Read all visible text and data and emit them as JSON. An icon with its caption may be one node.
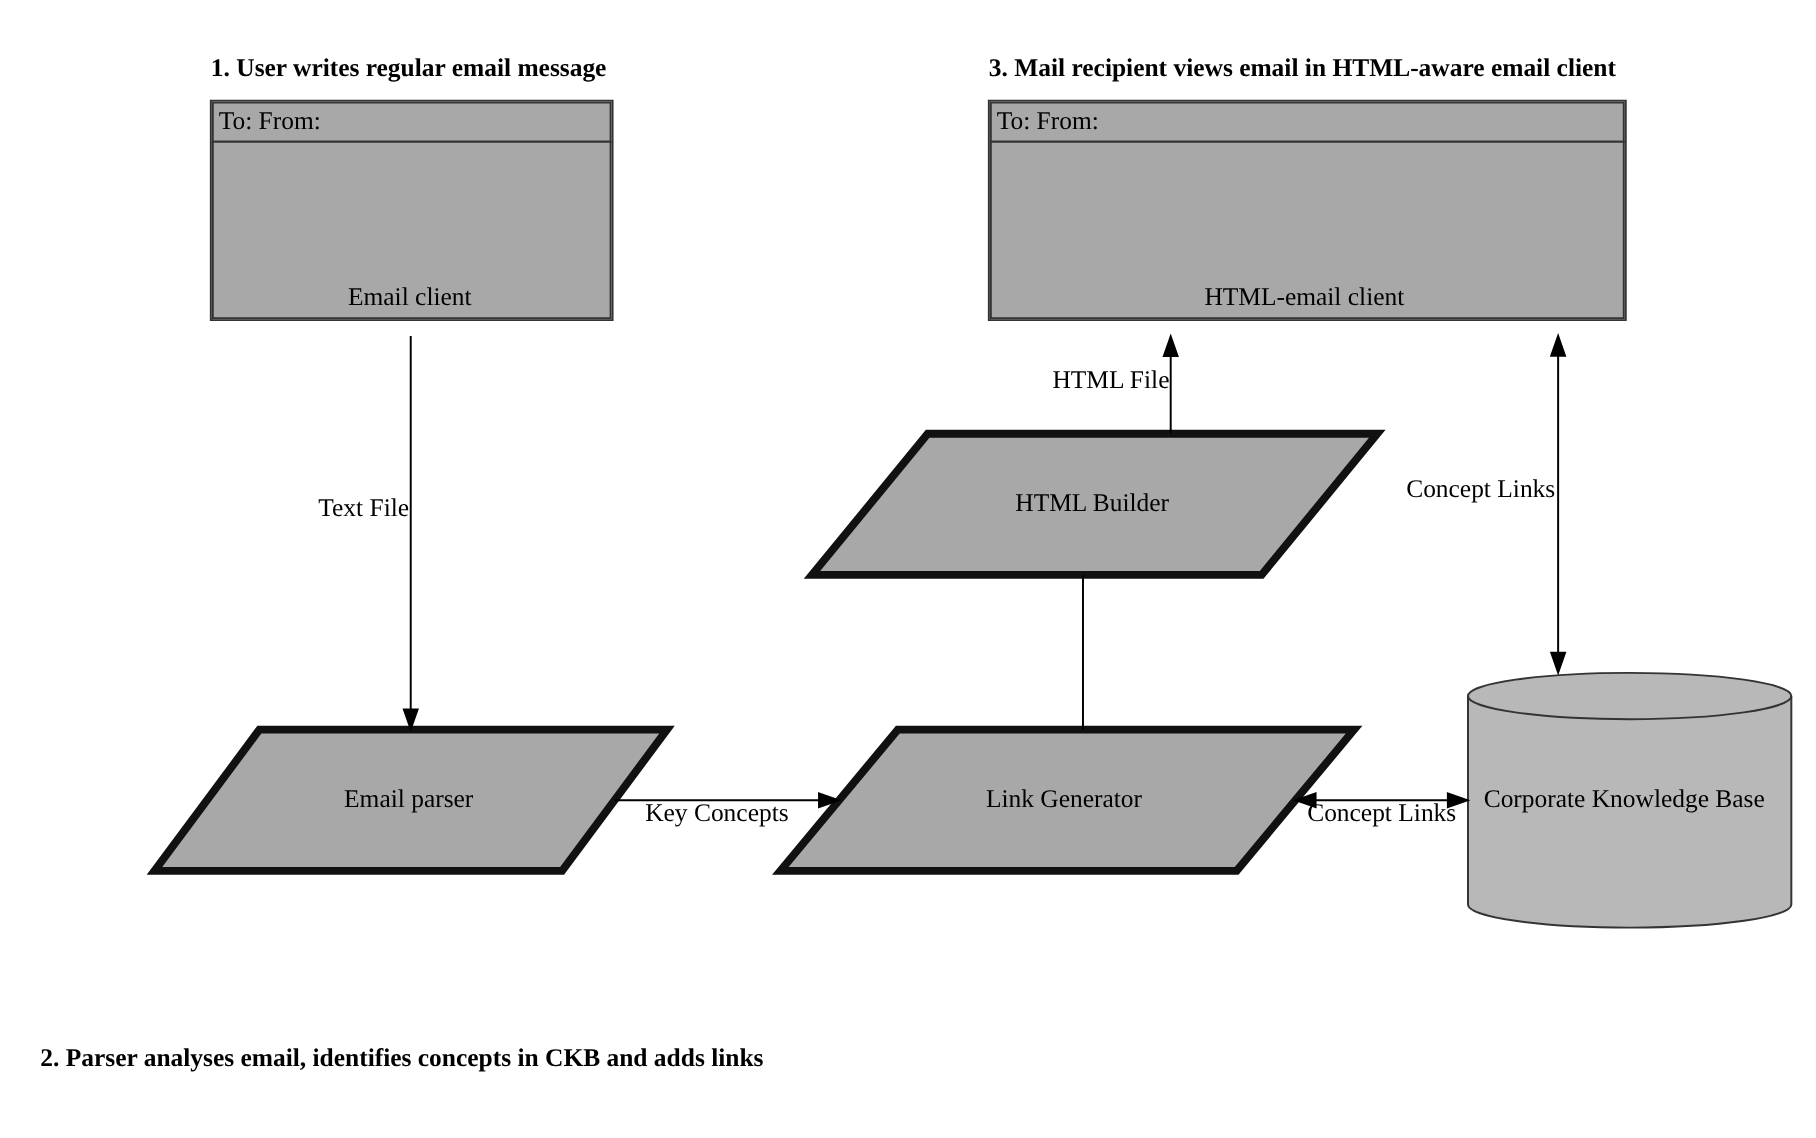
{
  "diagram": {
    "nodes": [
      {
        "text": [
          "1. User writes regular email message",
          "To: From:",
          "Email client"
        ]
      },
      {
        "text": [
          "3. Mail recipient views email in HTML-aware email client",
          "To: From:",
          "HTML-email client"
        ]
      },
      {
        "text": [
          "HTML Builder"
        ]
      },
      {
        "text": [
          "Email parser"
        ]
      },
      {
        "text": [
          "Link Generator"
        ]
      },
      {
        "text": [
          "Corporate Knowledge Base"
        ]
      }
    ],
    "edges": [
      {
        "from": 0,
        "to": 3,
        "arrow": "to",
        "label": "Text File"
      },
      {
        "from": 3,
        "to": 4,
        "arrow": "to",
        "label": "Key Concepts"
      },
      {
        "from": 4,
        "to": 2,
        "arrow": "none"
      },
      {
        "from": 2,
        "to": 1,
        "arrow": "to",
        "label": "HTML File"
      },
      {
        "from": 4,
        "to": 5,
        "arrow": "both",
        "label": "Concept Links"
      },
      {
        "from": 5,
        "to": 1,
        "arrow": "both",
        "label": "Concept Links"
      }
    ],
    "labels": [
      "2. Parser analyses email, identifies concepts in CKB and adds links"
    ]
  }
}
